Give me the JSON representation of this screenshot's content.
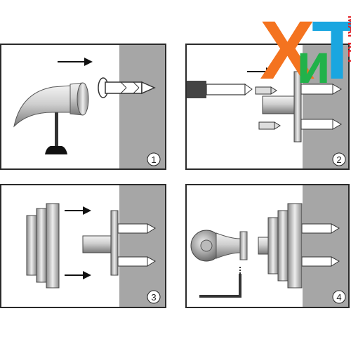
{
  "steps": [
    {
      "number": "1"
    },
    {
      "number": "2"
    },
    {
      "number": "3"
    },
    {
      "number": "4"
    }
  ],
  "logo": {
    "letter_x": "Х",
    "letter_i": "и",
    "letter_t": "Т",
    "word": "МАРКЕТ",
    "colors": {
      "x": "#f4731f",
      "i": "#21b24a",
      "t": "#1aa6e0",
      "word": "#e31e24"
    }
  },
  "colors": {
    "wall": "#a6a6a6",
    "frame": "#2a2a2a",
    "metal_light": "#e6e6e6",
    "metal_dark": "#6d6d6d"
  }
}
